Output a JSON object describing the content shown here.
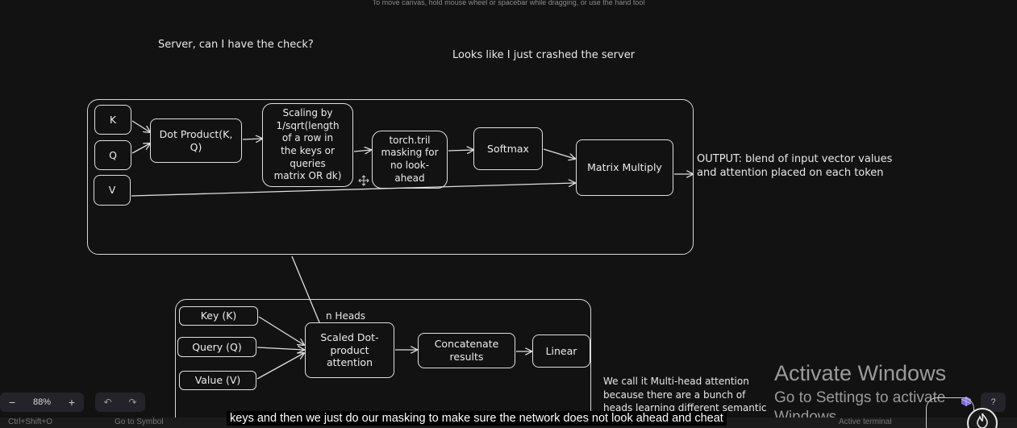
{
  "canvas_hint": "To move canvas, hold mouse wheel or spacebar while dragging, or use the hand tool",
  "notes": {
    "check": "Server, can I have the check?",
    "crashed": "Looks like I just crashed the server",
    "output": "OUTPUT:  blend of input vector values",
    "output2": "and attention placed on each token",
    "n_heads": "n Heads",
    "multihead1": "We call it Multi-head attention",
    "multihead2": "because there are a bunch of",
    "multihead3": "heads learning different semantic"
  },
  "attention": {
    "k": "K",
    "q": "Q",
    "v": "V",
    "dot_product": "Dot Product(K, Q)",
    "scaling": "Scaling by 1/sqrt(length of a row in the keys or queries matrix OR dk)",
    "scaling_lines": [
      "Scaling by",
      "1/sqrt(length",
      "of a row in",
      "the keys or",
      "queries",
      "matrix OR dk)"
    ],
    "tril_lines": [
      "torch.tril",
      "masking for",
      "no look-",
      "ahead"
    ],
    "softmax": "Softmax",
    "matmul": "Matrix Multiply"
  },
  "multihead": {
    "key": "Key (K)",
    "query": "Query (Q)",
    "value": "Value (V)",
    "sdpa_lines": [
      "Scaled Dot-",
      "product",
      "attention"
    ],
    "concat_lines": [
      "Concatenate",
      "results"
    ],
    "linear": "Linear"
  },
  "toolbar": {
    "zoom_out": "−",
    "zoom_level": "88%",
    "zoom_in": "+",
    "undo": "↶",
    "redo": "↷",
    "help": "?"
  },
  "watermark": {
    "line1": "Activate Windows",
    "line2": "Go to Settings to activate",
    "line3": "Windows."
  },
  "statusbar": {
    "shortcut": "Ctrl+Shift+O",
    "goto": "Go to Symbol",
    "right": "Active terminal"
  },
  "caption": "keys and then we just do our masking to make sure the network does not look ahead and cheat",
  "colors": {
    "background": "#121212",
    "stroke": "#e0e0e0",
    "accent": "#8f7cf0"
  }
}
